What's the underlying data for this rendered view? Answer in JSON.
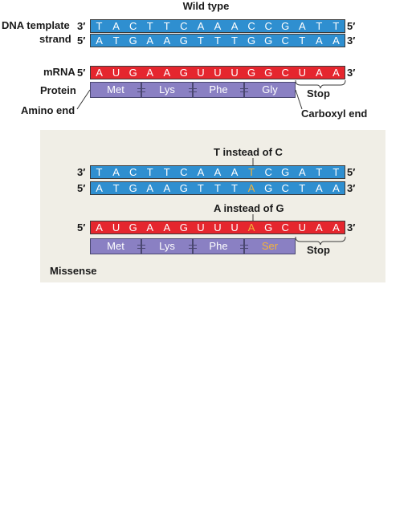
{
  "wild_type": {
    "title": "Wild type",
    "dna_template_label_line1": "DNA template",
    "dna_template_label_line2": "strand",
    "template": {
      "left_end": "3′",
      "right_end": "5′",
      "bases": [
        "T",
        "A",
        "C",
        "T",
        "T",
        "C",
        "A",
        "A",
        "A",
        "C",
        "C",
        "G",
        "A",
        "T",
        "T"
      ]
    },
    "coding": {
      "left_end": "5′",
      "right_end": "3′",
      "bases": [
        "A",
        "T",
        "G",
        "A",
        "A",
        "G",
        "T",
        "T",
        "T",
        "G",
        "G",
        "C",
        "T",
        "A",
        "A"
      ]
    },
    "mrna_label": "mRNA",
    "mrna": {
      "left_end": "5′",
      "right_end": "3′",
      "bases": [
        "A",
        "U",
        "G",
        "A",
        "A",
        "G",
        "U",
        "U",
        "U",
        "G",
        "G",
        "C",
        "U",
        "A",
        "A"
      ]
    },
    "protein_label": "Protein",
    "amino_acids": [
      "Met",
      "Lys",
      "Phe",
      "Gly"
    ],
    "stop_label": "Stop",
    "amino_end_label": "Amino end",
    "carboxyl_end_label": "Carboxyl end"
  },
  "missense": {
    "panel_label": "Missense",
    "template_annotation": "T instead of C",
    "template": {
      "left_end": "3′",
      "right_end": "5′",
      "bases": [
        "T",
        "A",
        "C",
        "T",
        "T",
        "C",
        "A",
        "A",
        "A",
        "T",
        "C",
        "G",
        "A",
        "T",
        "T"
      ]
    },
    "coding": {
      "left_end": "5′",
      "right_end": "3′",
      "bases": [
        "A",
        "T",
        "G",
        "A",
        "A",
        "G",
        "T",
        "T",
        "T",
        "A",
        "G",
        "C",
        "T",
        "A",
        "A"
      ]
    },
    "mrna_annotation": "A instead of G",
    "mrna": {
      "left_end": "5′",
      "right_end": "3′",
      "bases": [
        "A",
        "U",
        "G",
        "A",
        "A",
        "G",
        "U",
        "U",
        "U",
        "A",
        "G",
        "C",
        "U",
        "A",
        "A"
      ]
    },
    "amino_acids": [
      "Met",
      "Lys",
      "Phe",
      "Ser"
    ],
    "stop_label": "Stop",
    "mutated_base_index": 9,
    "mutated_codon_index": 3
  },
  "colors": {
    "dna": "#2f8fd0",
    "mrna": "#e5262e",
    "amino_acid": "#8a80c3",
    "mutation": "#f3b23a",
    "panel": "#f0eee6"
  }
}
